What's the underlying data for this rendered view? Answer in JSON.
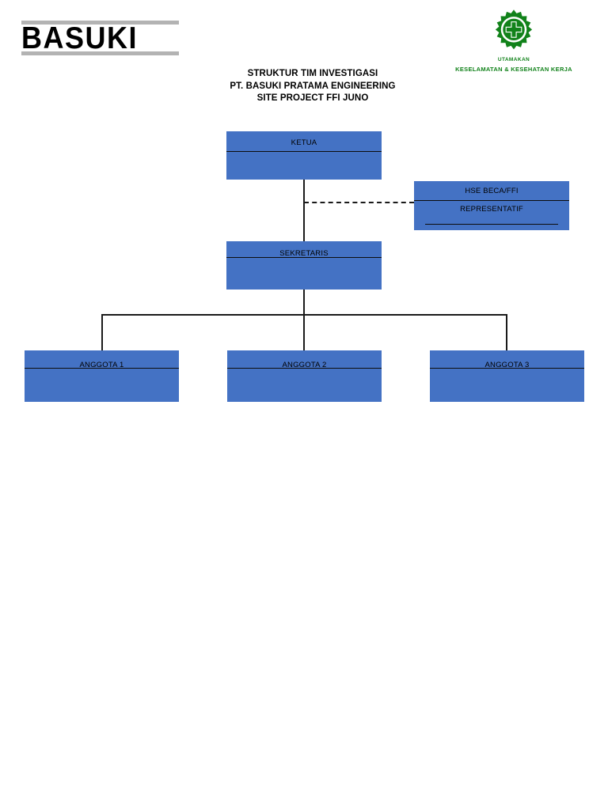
{
  "document": {
    "page_background": "#ffffff",
    "accent_blue": "#4472c4",
    "safety_green": "#11821a",
    "rule_color": "#0d0d0d"
  },
  "company_logo": {
    "icon": "basuki-wordmark-logo",
    "wordmark": "BASUKI",
    "bar_color": "#b3b3b3"
  },
  "safety_logo": {
    "icon": "k3-gear-cross-icon",
    "line1": "UTAMAKAN",
    "line2": "KESELAMATAN & KESEHATAN KERJA",
    "color": "#11821a"
  },
  "title": {
    "line1": "STRUKTUR TIM INVESTIGASI",
    "line2": "PT. BASUKI PRATAMA ENGINEERING",
    "line3": "SITE PROJECT FFI JUNO"
  },
  "chart": {
    "type": "org-chart",
    "nodes": [
      {
        "id": "ketua",
        "label": "KETUA",
        "level": 1
      },
      {
        "id": "hse",
        "label": "HSE BECA/FFI",
        "label2": "REPRESENTATIF",
        "level": 1,
        "relation": "dashed-advisory"
      },
      {
        "id": "sekretaris",
        "label": "SEKRETARIS",
        "level": 2
      },
      {
        "id": "anggota1",
        "label": "ANGGOTA 1",
        "level": 3
      },
      {
        "id": "anggota2",
        "label": "ANGGOTA 2",
        "level": 3
      },
      {
        "id": "anggota3",
        "label": "ANGGOTA 3",
        "level": 3
      }
    ],
    "edges": [
      {
        "from": "ketua",
        "to": "sekretaris",
        "style": "solid"
      },
      {
        "from": "ketua",
        "to": "hse",
        "style": "dashed"
      },
      {
        "from": "sekretaris",
        "to": "anggota1",
        "style": "solid"
      },
      {
        "from": "sekretaris",
        "to": "anggota2",
        "style": "solid"
      },
      {
        "from": "sekretaris",
        "to": "anggota3",
        "style": "solid"
      }
    ]
  }
}
